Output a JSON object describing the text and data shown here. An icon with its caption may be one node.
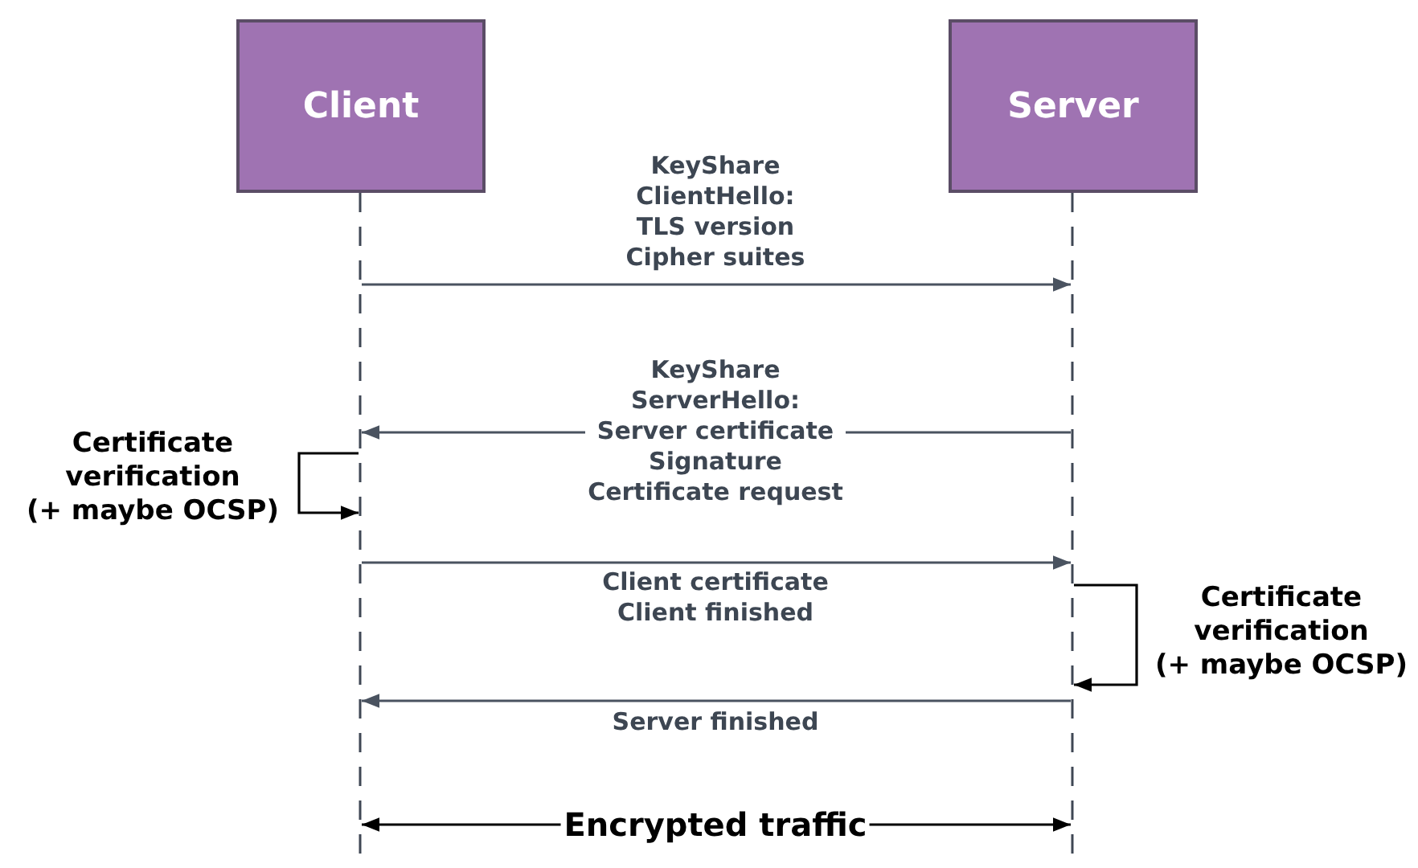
{
  "diagram": {
    "nodes": [
      {
        "text": [
          "Client"
        ]
      },
      {
        "text": [
          "Server"
        ]
      }
    ],
    "edges": [
      {
        "from": 0,
        "to": 1,
        "arrow": "to",
        "label": "KeyShare ClientHello: TLS version Cipher suites"
      },
      {
        "from": 1,
        "to": 0,
        "arrow": "to",
        "label": "KeyShare ServerHello: Server certificate Signature Certificate request"
      },
      {
        "from": 0,
        "to": 0,
        "arrow": "to",
        "label": "Certificate verification (+ maybe OCSP)",
        "color": "#000000"
      },
      {
        "from": 0,
        "to": 1,
        "arrow": "to",
        "label": "Client certificate Client finished"
      },
      {
        "from": 1,
        "to": 1,
        "arrow": "to",
        "label": "Certificate verification (+ maybe OCSP)",
        "color": "#000000"
      },
      {
        "from": 1,
        "to": 0,
        "arrow": "to",
        "label": "Server finished"
      },
      {
        "from": 0,
        "to": 1,
        "arrow": "both",
        "label": "Encrypted traffic",
        "color": "#000000"
      }
    ]
  }
}
